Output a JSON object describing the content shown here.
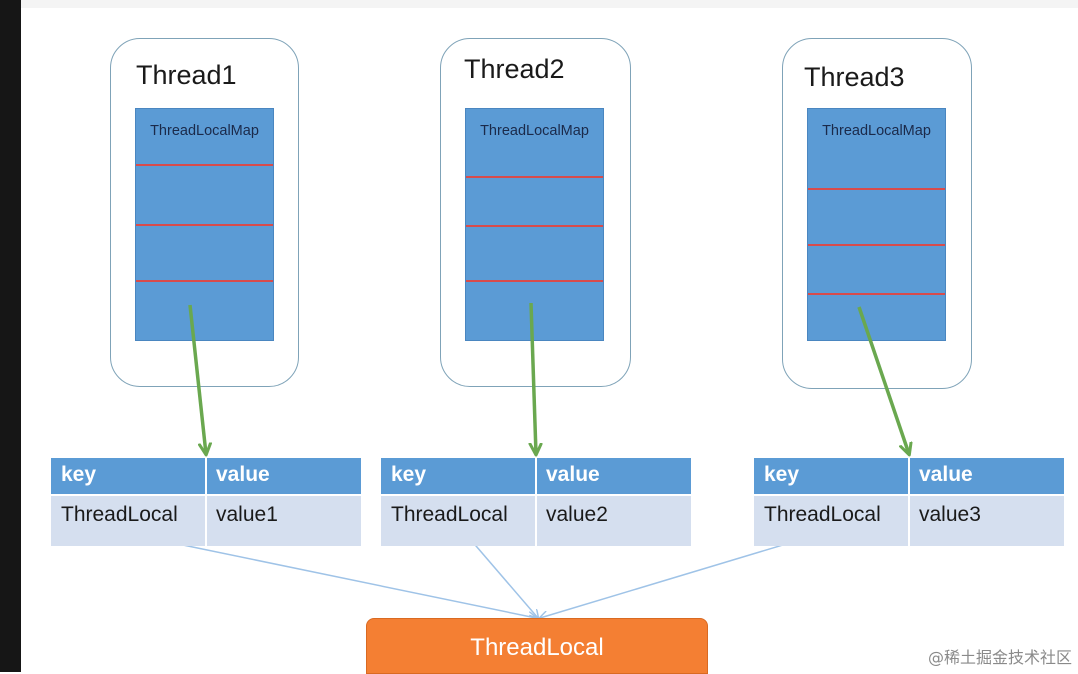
{
  "threads": [
    {
      "title": "Thread1",
      "map_label": "ThreadLocalMap"
    },
    {
      "title": "Thread2",
      "map_label": "ThreadLocalMap"
    },
    {
      "title": "Thread3",
      "map_label": "ThreadLocalMap"
    }
  ],
  "tables": [
    {
      "key_header": "key",
      "value_header": "value",
      "key": "ThreadLocal",
      "value": "value1"
    },
    {
      "key_header": "key",
      "value_header": "value",
      "key": "ThreadLocal",
      "value": "value2"
    },
    {
      "key_header": "key",
      "value_header": "value",
      "key": "ThreadLocal",
      "value": "value3"
    }
  ],
  "threadlocal_label": "ThreadLocal",
  "watermark": "@稀土掘金技术社区",
  "colors": {
    "map_fill": "#5b9bd5",
    "slot_line": "#d84b4b",
    "table_row": "#d5dfef",
    "green_arrow": "#6aa84f",
    "blue_arrow": "#9fc3e7",
    "threadlocal_fill": "#f47f33"
  }
}
